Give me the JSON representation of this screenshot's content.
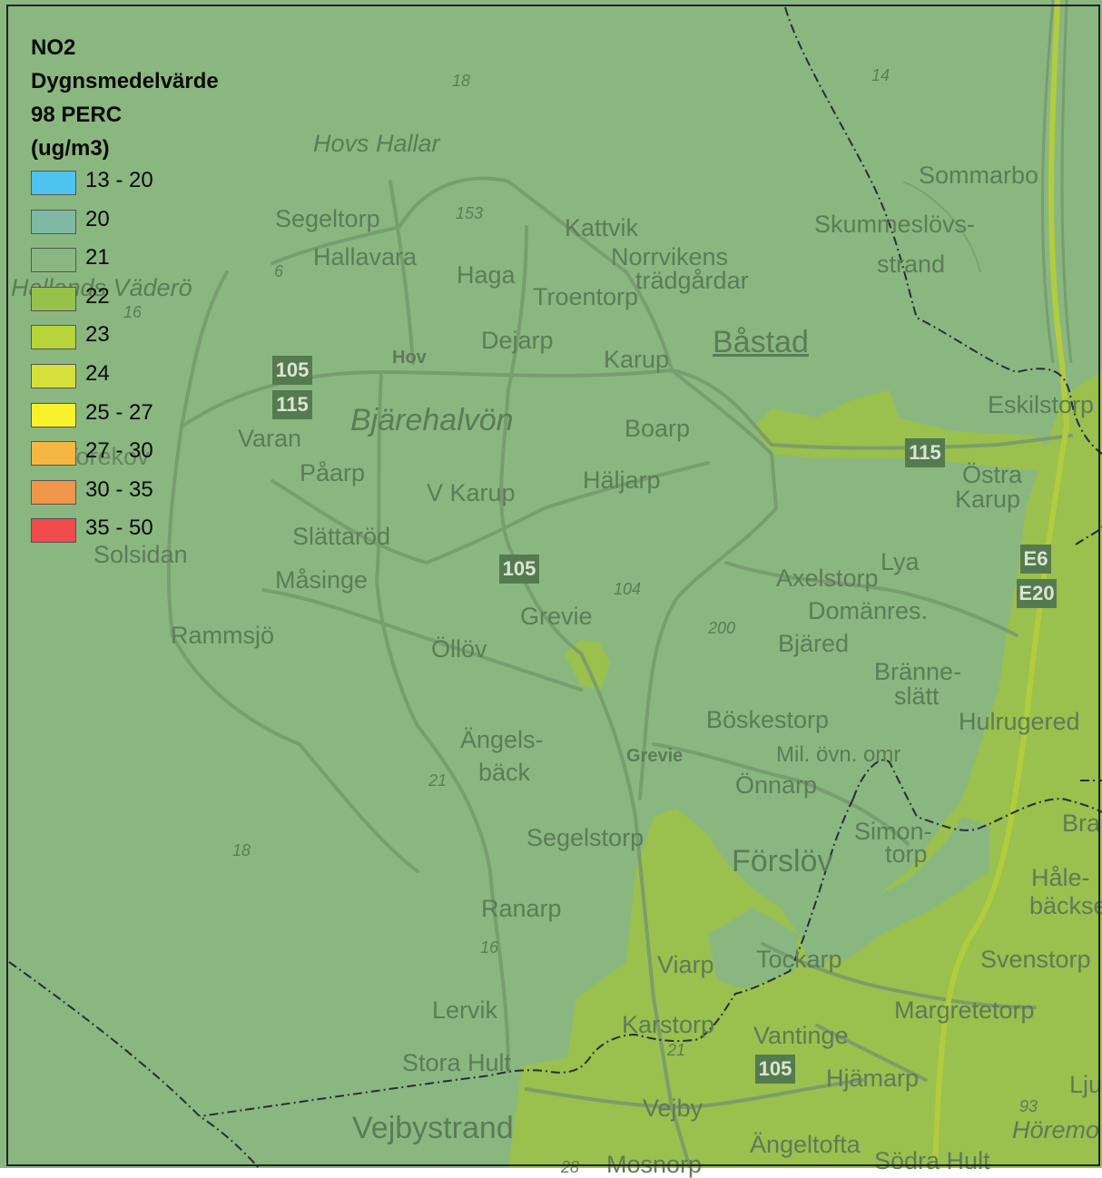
{
  "legend": {
    "title_lines": [
      "NO2",
      "Dygnsmedelvärde",
      "98 PERC",
      "(ug/m3)"
    ],
    "classes": [
      {
        "label": "13 - 20",
        "color": "#4dc3f0"
      },
      {
        "label": "20",
        "color": "#7fb9a4"
      },
      {
        "label": "21",
        "color": "#8ab780"
      },
      {
        "label": "22",
        "color": "#96c24c"
      },
      {
        "label": "23",
        "color": "#b8d43a"
      },
      {
        "label": "24",
        "color": "#d6e03a"
      },
      {
        "label": "25 - 27",
        "color": "#f9f12a"
      },
      {
        "label": "27 - 30",
        "color": "#f6b742"
      },
      {
        "label": "30 - 35",
        "color": "#f0964a"
      },
      {
        "label": "35 - 50",
        "color": "#ef4a4c"
      }
    ]
  },
  "colors": {
    "base": "#8ab780",
    "elevated": "#9ac04e",
    "road": "#76996d",
    "boundary": "#2a2b3a",
    "highway": "#b2cc3e"
  },
  "place_names": [
    "Hovs Hallar",
    "Segeltorp",
    "Hallavara",
    "Hallands Väderö",
    "Kattvik",
    "Norrvikens",
    "trädgårdar",
    "Troentorp",
    "Haga",
    "Dejarp",
    "Hov",
    "Karup",
    "Båstad",
    "Sommarbo",
    "Skummeslövs-",
    "strand",
    "Eskilstorp",
    "Bjärehalvön",
    "Varan",
    "Boarp",
    "Påarp",
    "V Karup",
    "Häljarp",
    "Östra",
    "Karup",
    "Slättaröd",
    "Solsidan",
    "Torekov",
    "Lya",
    "Axelstorp",
    "Måsinge",
    "Domänres.",
    "Grevie",
    "Rammsjö",
    "Bjäred",
    "Öllöv",
    "Bränne-",
    "slätt",
    "Böskestorp",
    "Hulrugered",
    "Ängels-",
    "bäck",
    "Grevie",
    "Mil. övn. omr",
    "Önnarp",
    "Segelstorp",
    "Simon-",
    "torp",
    "Förslöv",
    "Hålе-",
    "bäckse",
    "Ranarp",
    "Tockarp",
    "Svenstorp",
    "Viarp",
    "Lervik",
    "Karstorp",
    "Margretetorp",
    "Vantinge",
    "Stora Hult",
    "Hjämarp",
    "Vejbystrand",
    "Vejby",
    "Ängeltofta",
    "Höremo",
    "Ljun",
    "Bra",
    "Mosnorp",
    "Södra Hult"
  ],
  "elevations": [
    "18",
    "14",
    "153",
    "6",
    "16",
    "104",
    "200",
    "21",
    "18",
    "16",
    "21",
    "93",
    "28"
  ],
  "road_numbers": [
    "105",
    "115",
    "105",
    "115",
    "E6",
    "E20",
    "105"
  ]
}
